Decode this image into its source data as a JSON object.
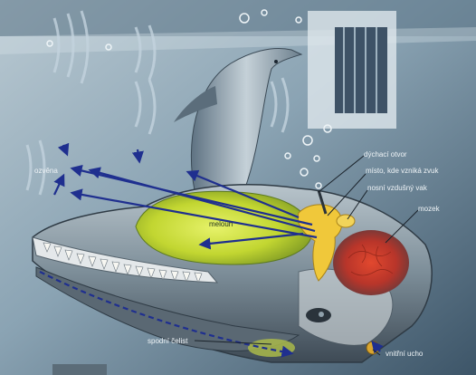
{
  "labels": {
    "blowhole": "dýchací otvor",
    "sound_source": "místo, kde vzniká zvuk",
    "nasal_sac": "nosní vzdušný vak",
    "brain": "mozek",
    "echo": "ozvěna",
    "melon": "meloun",
    "lower_jaw": "spodní čelist",
    "inner_ear": "vnitřní ucho"
  },
  "colors": {
    "sea_light": "#c9d7de",
    "sea_dark": "#3c5468",
    "melon": "#c9dc2e",
    "head_skin": "#8fa0ab",
    "brain": "#c43a2a",
    "sound_organ": "#f0c83a",
    "arrow": "#1f2f8f",
    "bubble": "#e8f0f4"
  },
  "icons": {
    "wave": "sound-wave-icon",
    "bubble": "air-bubble-icon"
  }
}
